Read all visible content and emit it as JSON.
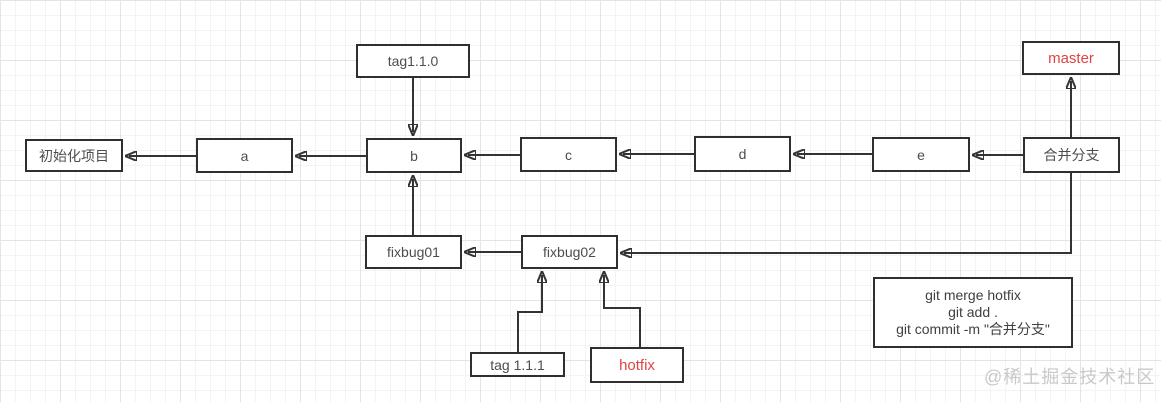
{
  "diagram": {
    "nodes": {
      "init": {
        "label": "初始化项目"
      },
      "a": {
        "label": "a"
      },
      "b": {
        "label": "b"
      },
      "c": {
        "label": "c"
      },
      "d": {
        "label": "d"
      },
      "e": {
        "label": "e"
      },
      "merge": {
        "label": "合并分支"
      },
      "master": {
        "label": "master"
      },
      "tag110": {
        "label": "tag1.1.0"
      },
      "fixbug01": {
        "label": "fixbug01"
      },
      "fixbug02": {
        "label": "fixbug02"
      },
      "tag111": {
        "label": "tag 1.1.1"
      },
      "hotfix": {
        "label": "hotfix"
      }
    },
    "note": {
      "line1": "git merge hotfix",
      "line2": "git add .",
      "line3": "git commit -m \"合并分支\""
    },
    "watermark": "@稀土掘金技术社区"
  },
  "colors": {
    "node_border": "#2f2f2f",
    "node_text": "#4d4d4d",
    "highlight_text": "#e04343",
    "arrow": "#333333",
    "grid_minor": "#f3f3f3",
    "grid_major": "#e4e4e4",
    "watermark": "#c9c9c9",
    "background": "#ffffff"
  }
}
